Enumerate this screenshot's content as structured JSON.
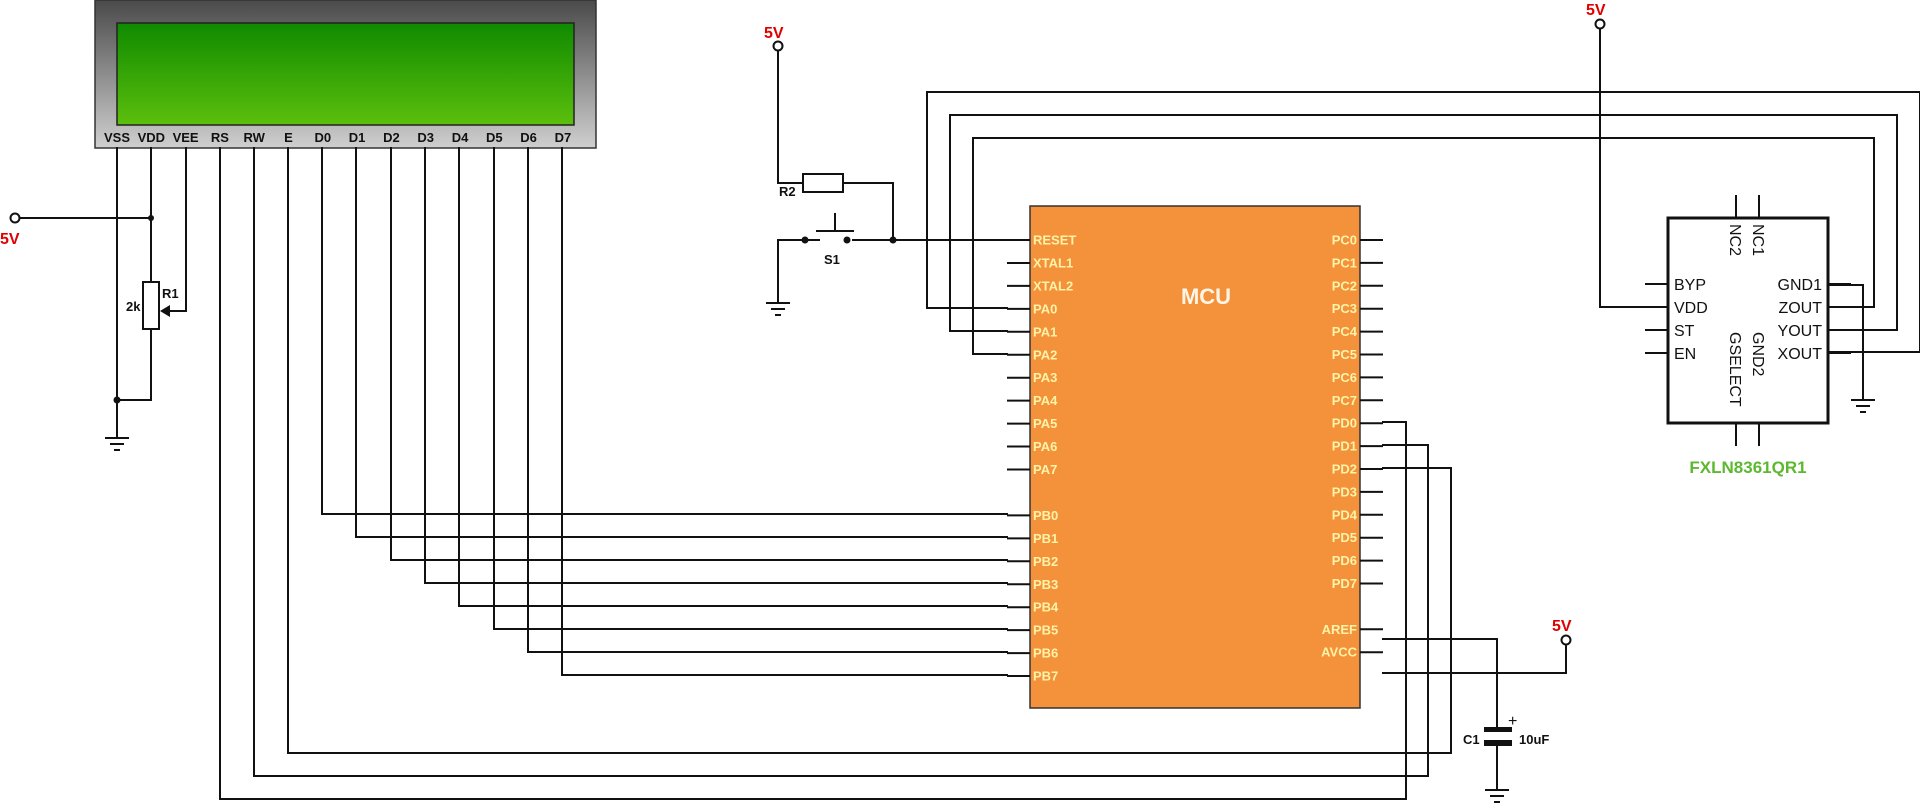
{
  "power_label": "5V",
  "lcd": {
    "pins": [
      "VSS",
      "VDD",
      "VEE",
      "RS",
      "RW",
      "E",
      "D0",
      "D1",
      "D2",
      "D3",
      "D4",
      "D5",
      "D6",
      "D7"
    ]
  },
  "mcu": {
    "title": "MCU",
    "left_pins": [
      "RESET",
      "XTAL1",
      "XTAL2",
      "PA0",
      "PA1",
      "PA2",
      "PA3",
      "PA4",
      "PA5",
      "PA6",
      "PA7",
      "",
      "PB0",
      "PB1",
      "PB2",
      "PB3",
      "PB4",
      "PB5",
      "PB6",
      "PB7"
    ],
    "right_pins": [
      "PC0",
      "PC1",
      "PC2",
      "PC3",
      "PC4",
      "PC5",
      "PC6",
      "PC7",
      "PD0",
      "PD1",
      "PD2",
      "PD3",
      "PD4",
      "PD5",
      "PD6",
      "PD7",
      "",
      "AREF",
      "AVCC"
    ]
  },
  "sensor": {
    "name": "FXLN8361QR1",
    "name_color": "#5cb82e",
    "left_pins": [
      "BYP",
      "VDD",
      "ST",
      "EN"
    ],
    "right_pins": [
      "GND1",
      "ZOUT",
      "YOUT",
      "XOUT"
    ],
    "top_pins": [
      "NC2",
      "NC1"
    ],
    "bottom_pins": [
      "GSELECT",
      "GND2"
    ]
  },
  "components": {
    "r1_ref": "R1",
    "r1_value": "2k",
    "r2_ref": "R2",
    "s1_ref": "S1",
    "c1_ref": "C1",
    "c1_value": "10uF"
  },
  "colors": {
    "mcu_fill": "#f3923a",
    "mcu_pin_text": "#fff3a8",
    "lcd_screen": "#4fae0f",
    "power": "#e00000"
  }
}
